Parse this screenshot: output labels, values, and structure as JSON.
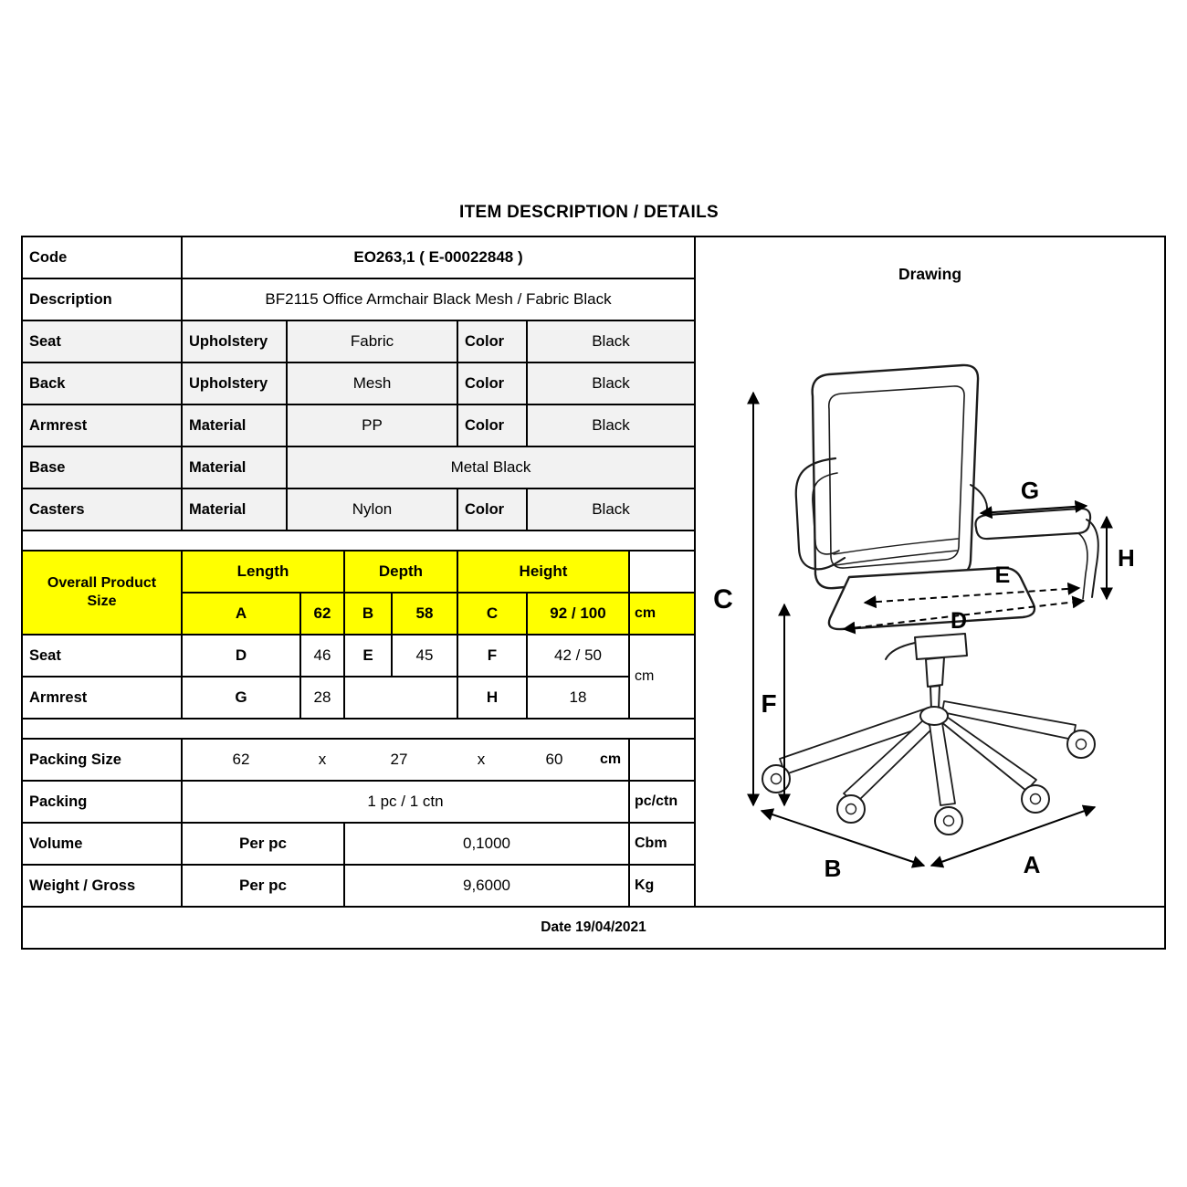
{
  "title": "ITEM DESCRIPTION / DETAILS",
  "info": {
    "code_label": "Code",
    "code_value": "EO263,1 ( E-00022848 )",
    "desc_label": "Description",
    "desc_value": "BF2115 Office Armchair Black Mesh / Fabric Black"
  },
  "specs": [
    {
      "label": "Seat",
      "attr": "Upholstery",
      "value": "Fabric",
      "color_label": "Color",
      "color_value": "Black"
    },
    {
      "label": "Back",
      "attr": "Upholstery",
      "value": "Mesh",
      "color_label": "Color",
      "color_value": "Black"
    },
    {
      "label": "Armrest",
      "attr": "Material",
      "value": "PP",
      "color_label": "Color",
      "color_value": "Black"
    },
    {
      "label": "Base",
      "attr": "Material",
      "value": "Metal Black"
    },
    {
      "label": "Casters",
      "attr": "Material",
      "value": "Nylon",
      "color_label": "Color",
      "color_value": "Black"
    }
  ],
  "size": {
    "section_label": "Overall Product Size",
    "length_header": "Length",
    "depth_header": "Depth",
    "height_header": "Height",
    "overall": {
      "a_key": "A",
      "a_val": "62",
      "b_key": "B",
      "b_val": "58",
      "c_key": "C",
      "c_val": "92 / 100",
      "unit": "cm"
    },
    "seat": {
      "label": "Seat",
      "d_key": "D",
      "d_val": "46",
      "e_key": "E",
      "e_val": "45",
      "f_key": "F",
      "f_val": "42 / 50"
    },
    "armrest": {
      "label": "Armrest",
      "g_key": "G",
      "g_val": "28",
      "h_key": "H",
      "h_val": "18"
    },
    "unit": "cm"
  },
  "packing": {
    "size_label": "Packing Size",
    "size_v1": "62",
    "size_x1": "x",
    "size_v2": "27",
    "size_x2": "x",
    "size_v3": "60",
    "size_unit": "cm",
    "packing_label": "Packing",
    "packing_value": "1 pc / 1 ctn",
    "packing_unit": "pc/ctn",
    "volume_label": "Volume",
    "volume_per": "Per pc",
    "volume_value": "0,1000",
    "volume_unit": "Cbm",
    "weight_label": "Weight / Gross",
    "weight_per": "Per pc",
    "weight_value": "9,6000",
    "weight_unit": "Kg"
  },
  "footer": {
    "date": "Date 19/04/2021"
  },
  "drawing": {
    "title": "Drawing",
    "dims": {
      "c": "C",
      "f": "F",
      "g": "G",
      "h": "H",
      "e": "E",
      "d": "D",
      "b": "B",
      "a": "A"
    }
  },
  "colors": {
    "highlight": "#ffff00",
    "row_shade": "#f2f2f2",
    "border": "#000000",
    "background": "#ffffff"
  }
}
